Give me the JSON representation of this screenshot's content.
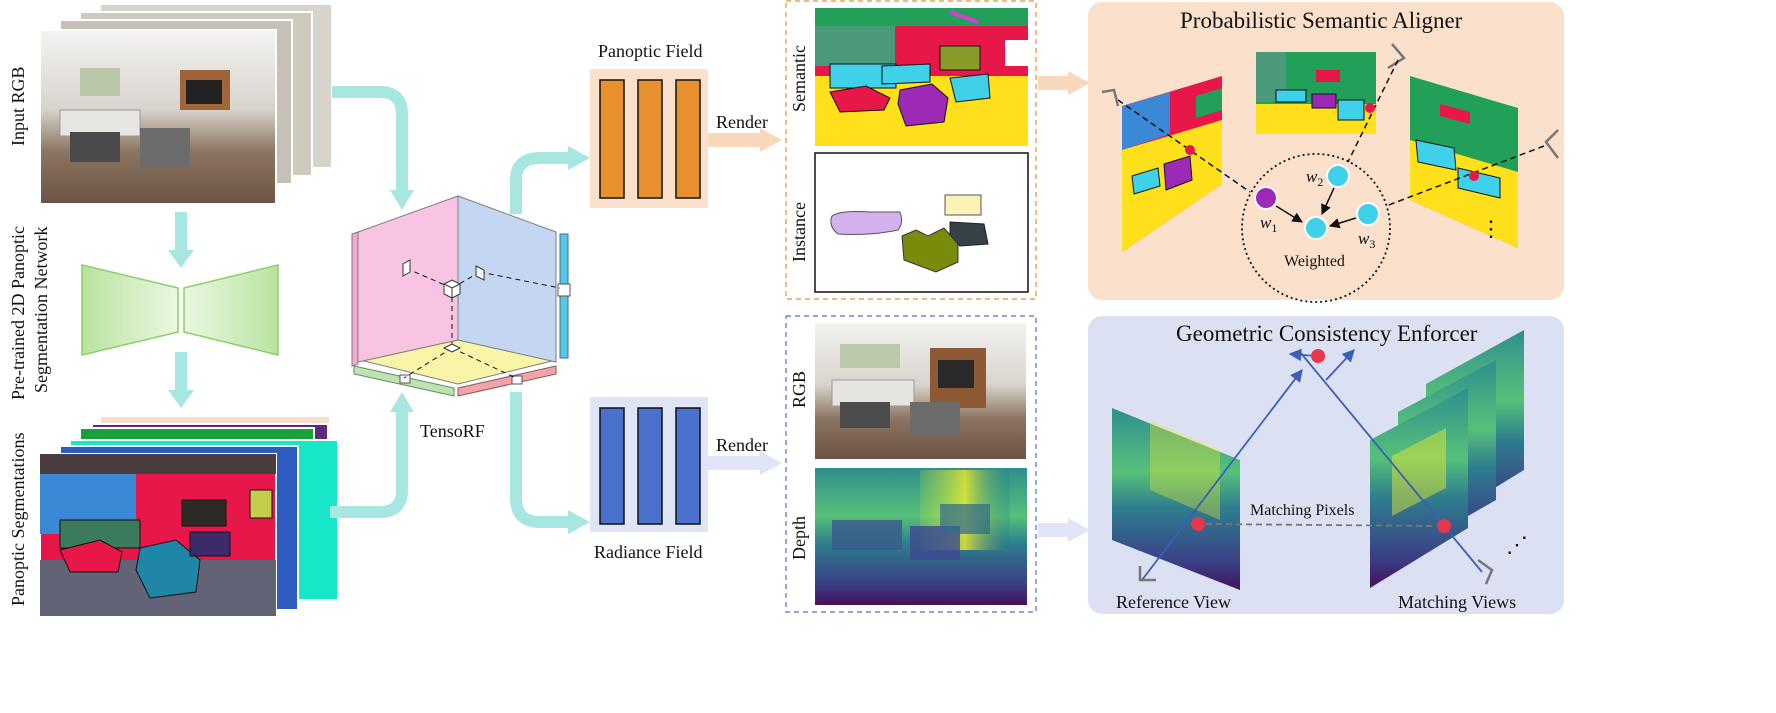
{
  "labels": {
    "input_rgb": "Input  RGB",
    "pretrained_line1": "Pre-trained 2D Panoptic",
    "pretrained_line2": "Segmentation Network",
    "panoptic_segmentations": "Panoptic Segmentations",
    "tensorf": "TensoRF",
    "panoptic_field": "Panoptic Field",
    "radiance_field": "Radiance Field",
    "render_top": "Render",
    "render_bottom": "Render",
    "semantic": "Semantic",
    "instance": "Instance",
    "rgb": "RGB",
    "depth": "Depth"
  },
  "psa": {
    "title": "Probabilistic Semantic Aligner",
    "w1": "w",
    "w1_sub": "1",
    "w2": "w",
    "w2_sub": "2",
    "w3": "w",
    "w3_sub": "3",
    "weighted": "Weighted",
    "ellipsis": "⋮"
  },
  "gce": {
    "title": "Geometric Consistency Enforcer",
    "matching_pixels": "Matching Pixels",
    "reference_view": "Reference View",
    "matching_views": "Matching Views",
    "ellipsis": "⋰"
  },
  "colors": {
    "arrow_teal": "#a8e6e2",
    "arrow_peach": "#f7d8bb",
    "arrow_lavender": "#dfe5f6",
    "panoptic_bars": "#e8902e",
    "radiance_bars": "#4a72cc",
    "psa_bg": "#fbe0cb",
    "gce_bg": "#dbe1f2",
    "semantic_red": "#e8174a",
    "semantic_yellow": "#ffe01a",
    "semantic_cyan": "#3fd0ea",
    "semantic_purple": "#9c2ab7"
  }
}
